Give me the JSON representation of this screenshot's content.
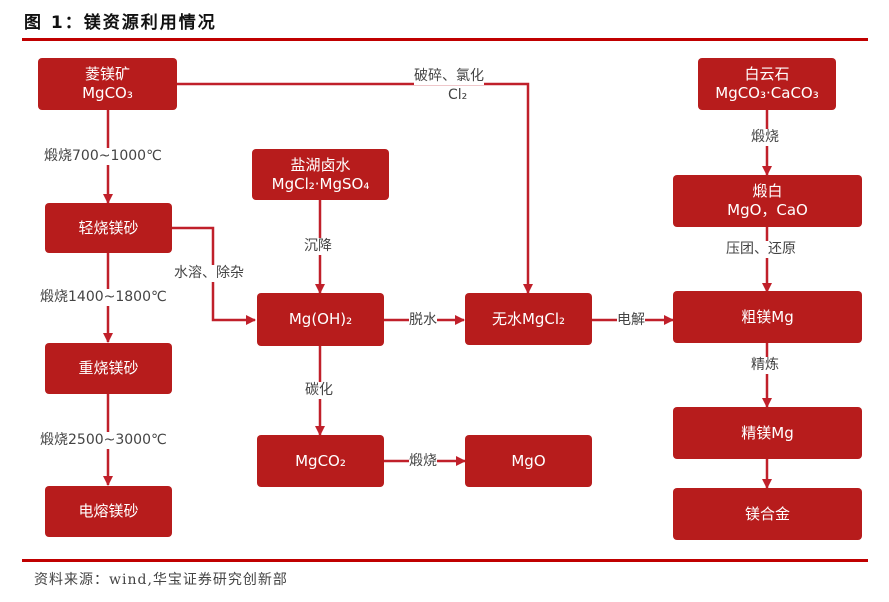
{
  "figure_title": "图 1：镁资源利用情况",
  "source": "资料来源：wind,华宝证券研究创新部",
  "colors": {
    "box_fill": "#b71c1c",
    "line": "#c0202a",
    "rule": "#c00000",
    "label_text": "#444444"
  },
  "nodes": {
    "magnesite": {
      "line1": "菱镁矿",
      "line2": "MgCO₃"
    },
    "light_burned": {
      "line1": "轻烧镁砂"
    },
    "dead_burned": {
      "line1": "重烧镁砂"
    },
    "fused": {
      "line1": "电熔镁砂"
    },
    "brine": {
      "line1": "盐湖卤水",
      "line2": "MgCl₂·MgSO₄"
    },
    "mgoh2": {
      "line1": "Mg(OH)₂"
    },
    "mgco2": {
      "line1": "MgCO₂"
    },
    "mgo": {
      "line1": "MgO"
    },
    "anhydrous": {
      "line1": "无水MgCl₂"
    },
    "dolomite": {
      "line1": "白云石",
      "line2": "MgCO₃·CaCO₃"
    },
    "calcined": {
      "line1": "煅白",
      "line2": "MgO，CaO"
    },
    "crude_mg": {
      "line1": "粗镁Mg"
    },
    "refined_mg": {
      "line1": "精镁Mg"
    },
    "alloy": {
      "line1": "镁合金"
    }
  },
  "edge_labels": {
    "calcine_700": "煅烧700~1000℃",
    "calcine_1400": "煅烧1400~1800℃",
    "calcine_2500": "煅烧2500~3000℃",
    "dissolve": "水溶、除杂",
    "precipitate": "沉降",
    "crush_chlorinate": "破碎、氯化",
    "cl2": "Cl₂",
    "dehydrate": "脱水",
    "carbonize": "碳化",
    "calcine_mgo": "煅烧",
    "electrolysis": "电解",
    "calcine_dolomite": "煅烧",
    "briquette_reduce": "压团、还原",
    "refine": "精炼"
  }
}
